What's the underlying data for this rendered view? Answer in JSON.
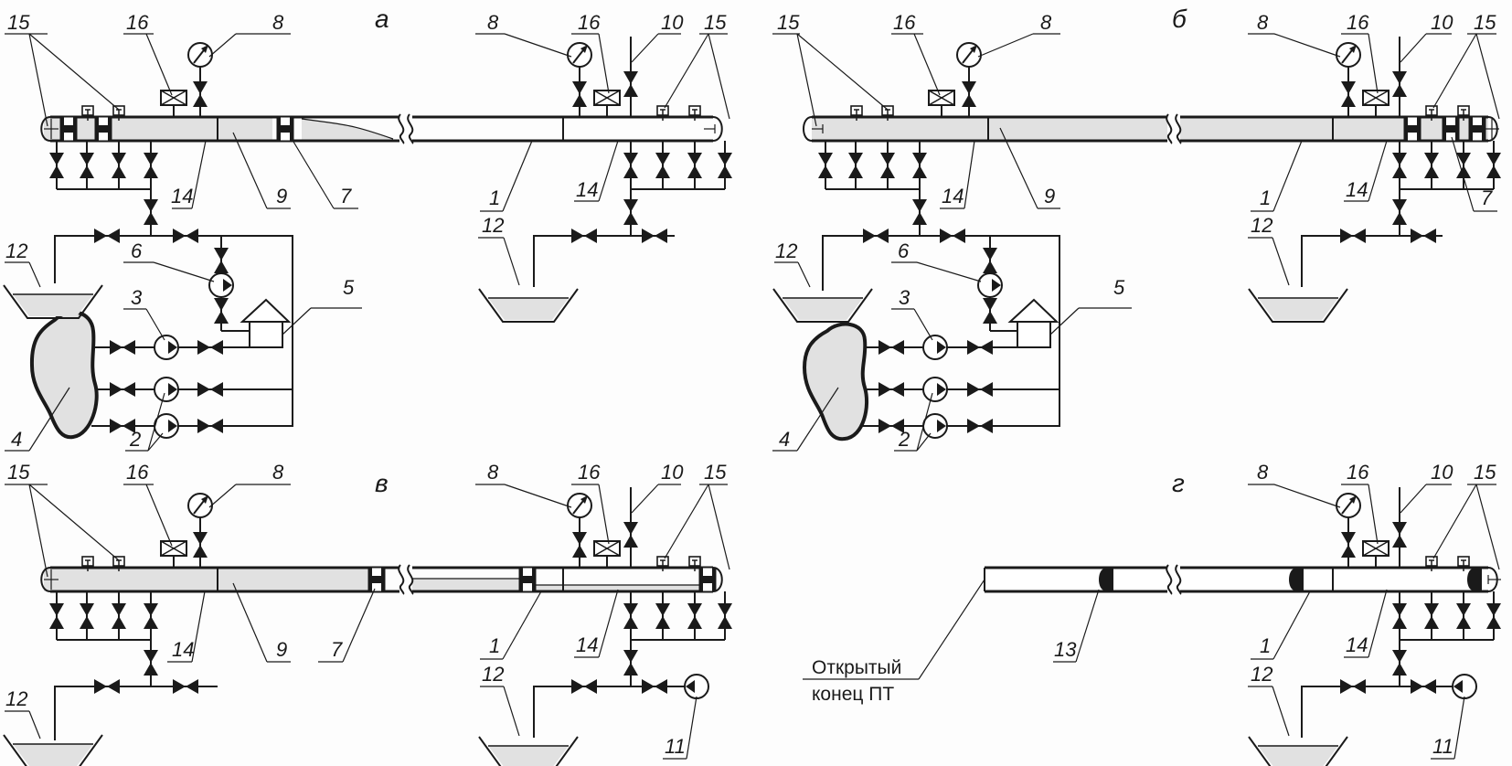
{
  "figure": {
    "panels": [
      {
        "id": "a",
        "letter": "а",
        "pipe_fill": "partial-gray",
        "has_supply_station": true
      },
      {
        "id": "b",
        "letter": "б",
        "pipe_fill": "full-gray",
        "has_supply_station": true
      },
      {
        "id": "v",
        "letter": "в",
        "pipe_fill": "draining",
        "has_supply_station": false
      },
      {
        "id": "g",
        "letter": "г",
        "pipe_fill": "empty",
        "has_supply_station": false
      }
    ],
    "labels": {
      "n1": "1",
      "n2": "2",
      "n3": "3",
      "n4": "4",
      "n5": "5",
      "n6": "6",
      "n7": "7",
      "n8": "8",
      "n9": "9",
      "n10": "10",
      "n11": "11",
      "n12": "12",
      "n13": "13",
      "n14": "14",
      "n15": "15",
      "n16": "16"
    },
    "open_end_line1": "Открытый",
    "open_end_line2": "конец ПТ"
  },
  "colors": {
    "line": "#1a1a1a",
    "fluid_fill": "#e1e1e1",
    "background": "#fdfdfd"
  }
}
